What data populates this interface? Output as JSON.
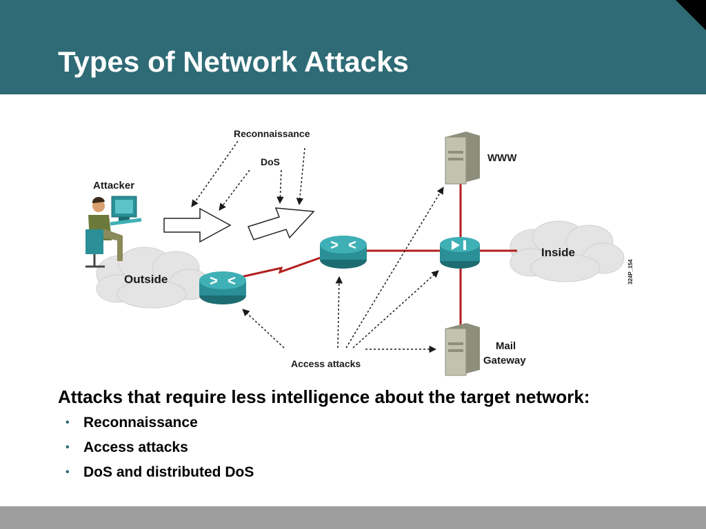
{
  "slide": {
    "title": "Types of Network Attacks"
  },
  "diagram": {
    "labels": {
      "reconnaissance": "Reconnaissance",
      "dos": "DoS",
      "attacker": "Attacker",
      "outside": "Outside",
      "inside": "Inside",
      "www": "WWW",
      "mail": "Mail",
      "gateway": "Gateway",
      "access_attacks": "Access attacks",
      "figure_id": "324P_154"
    },
    "colors": {
      "link": "#b41e1e",
      "router": "#2a8f96",
      "server": "#b8b8a4",
      "cloud": "#e2e2e2",
      "arrow": "#1a1a1a"
    },
    "icons": [
      "attacker-person-icon",
      "computer-terminal-icon",
      "router-icon",
      "firewall-icon",
      "server-icon",
      "cloud-icon"
    ]
  },
  "content": {
    "heading": "Attacks that require less intelligence about the target network:",
    "bullets": [
      "Reconnaissance",
      "Access attacks",
      "DoS and distributed DoS"
    ],
    "bullet_symbol": "•"
  }
}
